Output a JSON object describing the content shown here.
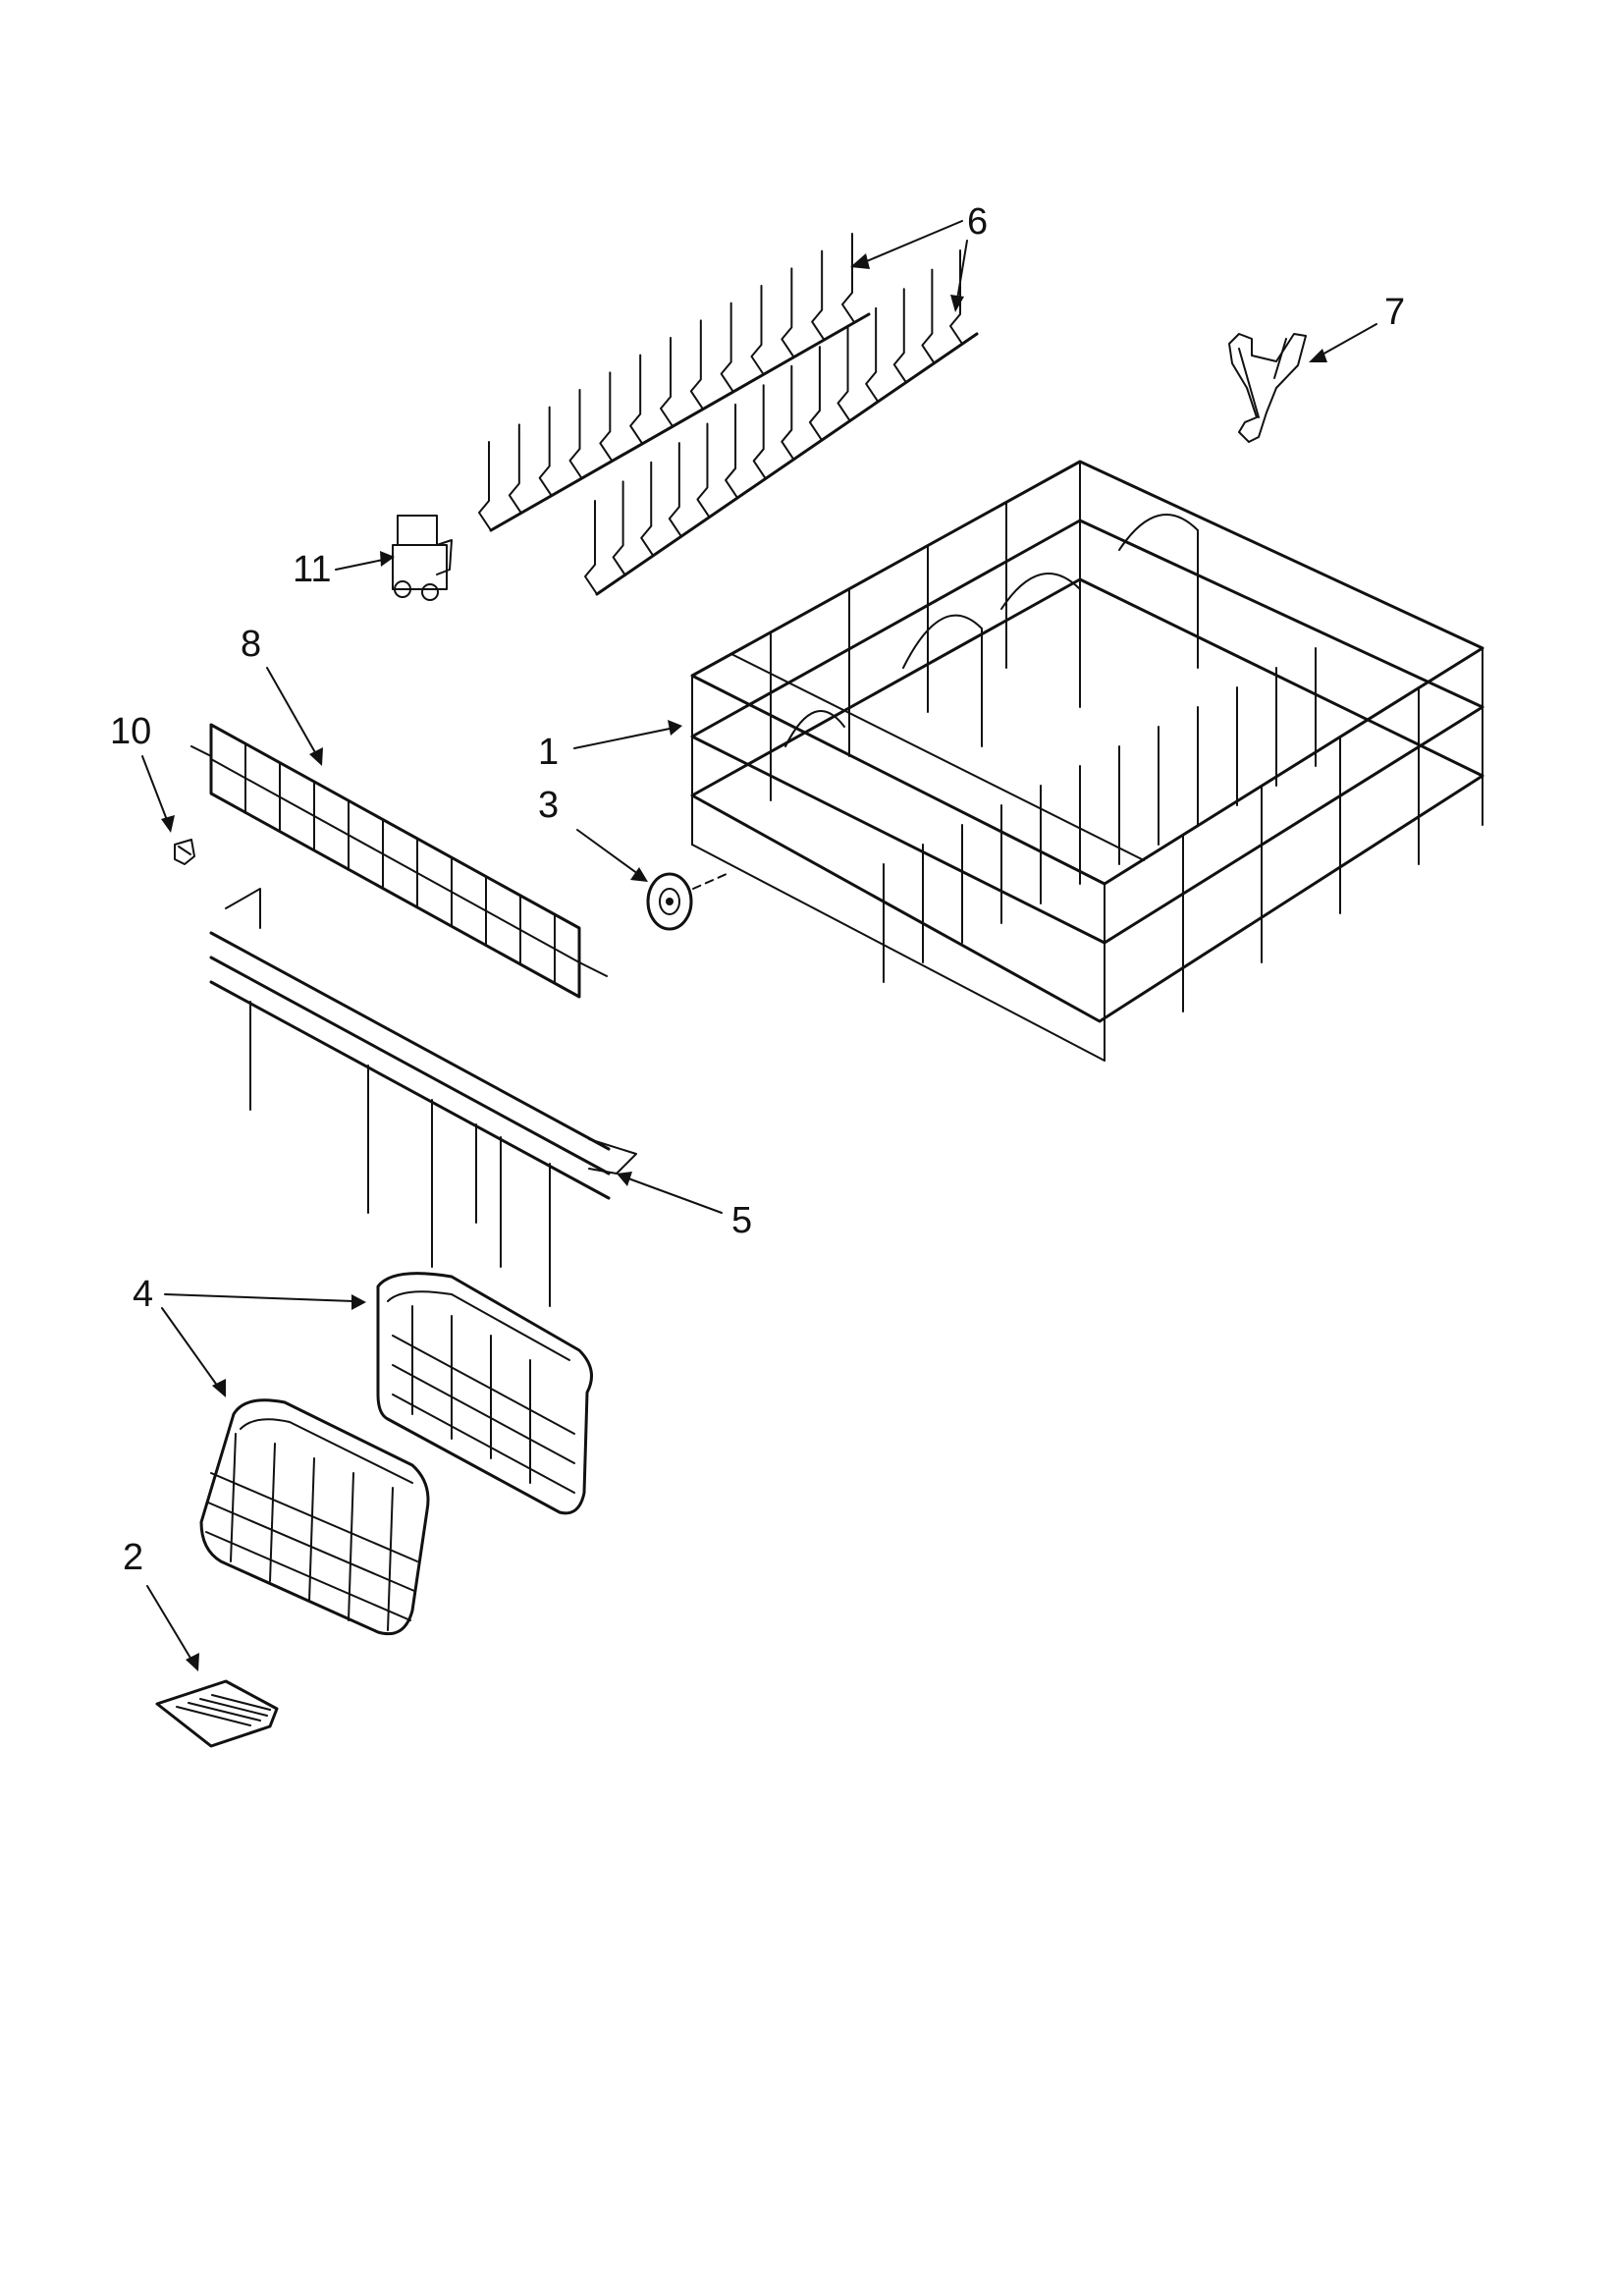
{
  "callouts": {
    "c1": "1",
    "c2": "2",
    "c3": "3",
    "c4": "4",
    "c5": "5",
    "c6": "6",
    "c7": "7",
    "c8": "8",
    "c10": "10",
    "c11": "11"
  },
  "colors": {
    "line": "#111111",
    "background": "#ffffff"
  }
}
